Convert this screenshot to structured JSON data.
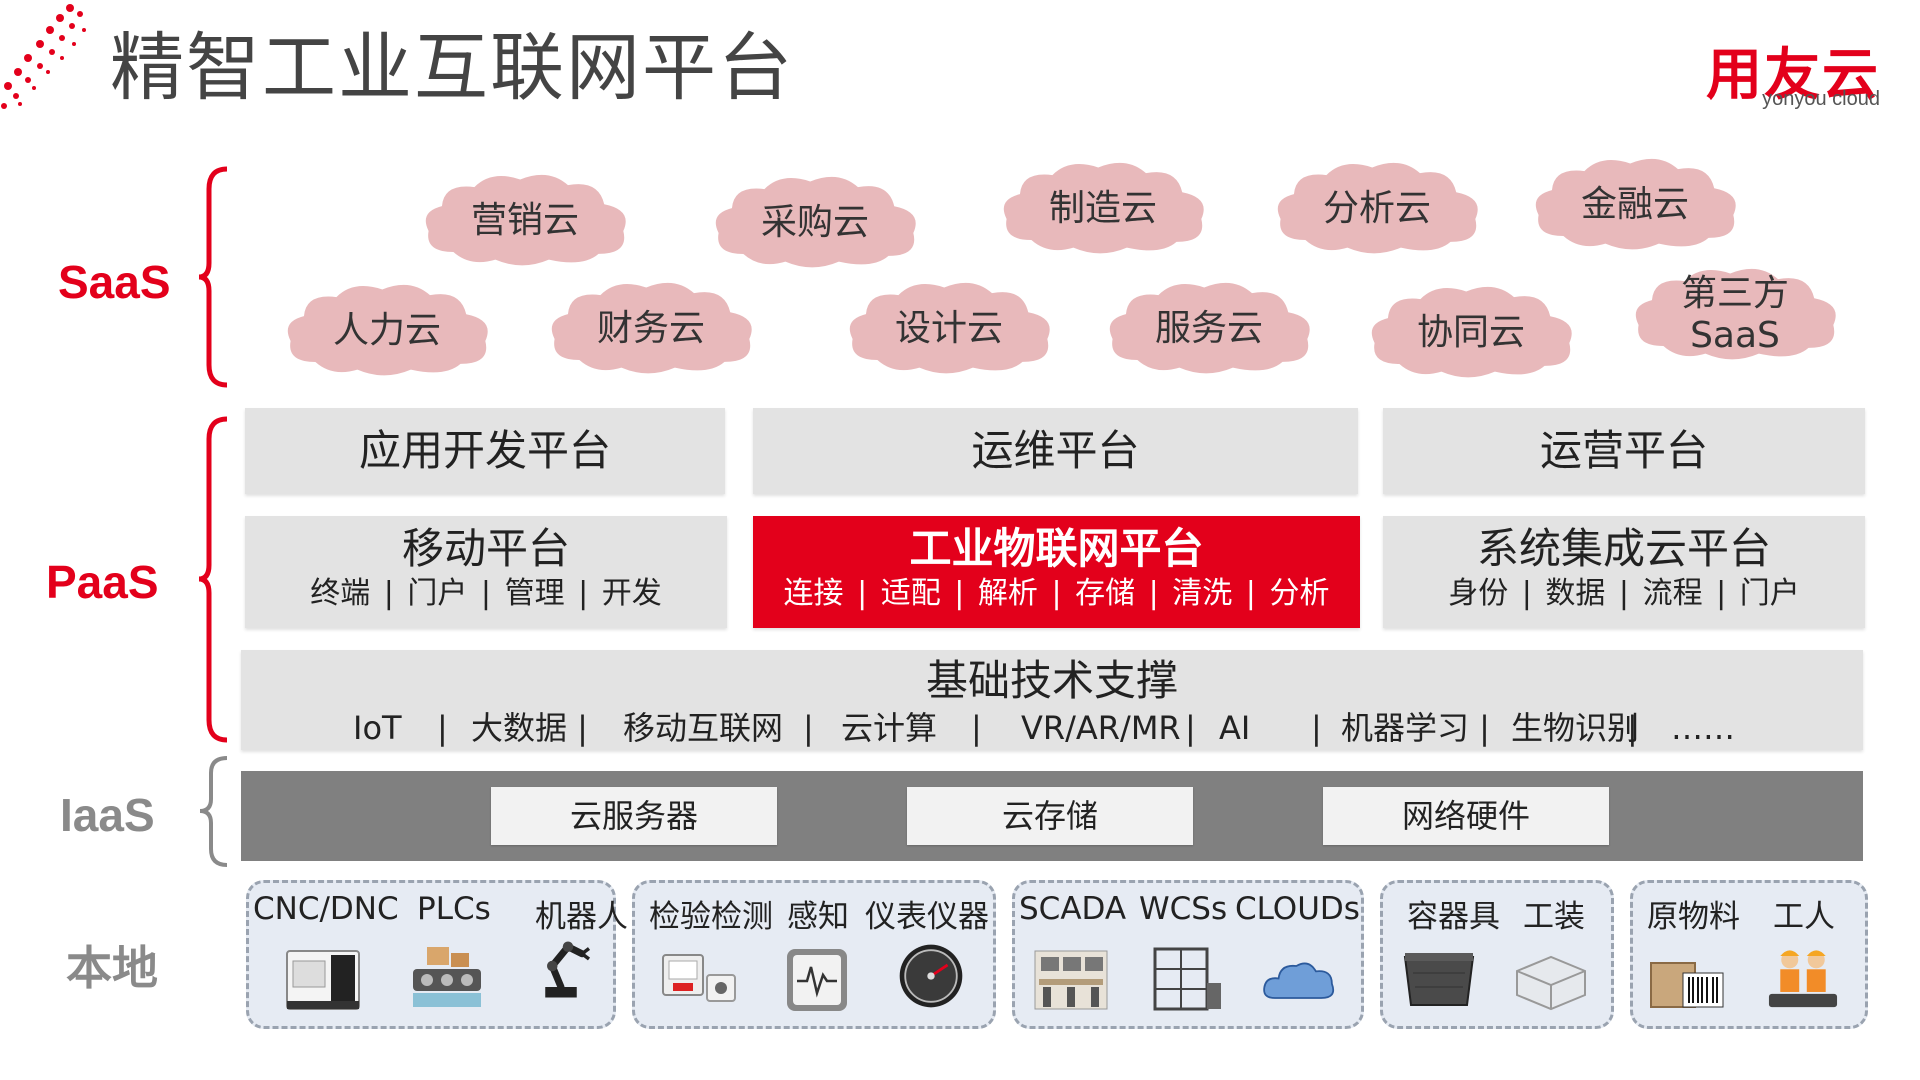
{
  "header": {
    "title": "精智工业互联网平台",
    "logo_main": "用友云",
    "logo_sub": "yonyou cloud"
  },
  "colors": {
    "brand_red": "#e3001b",
    "cloud_pink": "#e8b9bb",
    "box_grey": "#e3e3e3",
    "iaas_grey": "#808080",
    "local_bg": "#e6ebf3"
  },
  "layers": {
    "saas": "SaaS",
    "paas": "PaaS",
    "iaas": "IaaS",
    "local": "本地"
  },
  "saas_clouds": [
    "营销云",
    "采购云",
    "制造云",
    "分析云",
    "金融云",
    "人力云",
    "财务云",
    "设计云",
    "服务云",
    "协同云",
    "第三方\nSaaS"
  ],
  "paas": {
    "app_dev": "应用开发平台",
    "ops": "运维平台",
    "operation": "运营平台",
    "mobile": {
      "title": "移动平台",
      "sub": "终端 | 门户 | 管理 | 开发"
    },
    "iot": {
      "title": "工业物联网平台",
      "sub": "连接 | 适配 | 解析 | 存储 | 清洗 | 分析"
    },
    "integration": {
      "title": "系统集成云平台",
      "sub": "身份 | 数据 | 流程 | 门户"
    },
    "tech": {
      "title": "基础技术支撑",
      "items": [
        "IoT",
        "|",
        "大数据 |",
        "移动互联网",
        "|",
        "云计算",
        "|",
        "VR/AR/MR",
        "|",
        "AI",
        "|",
        "机器学习 |",
        "生物识别",
        "|",
        "……"
      ]
    }
  },
  "iaas": {
    "items": [
      "云服务器",
      "云存储",
      "网络硬件"
    ]
  },
  "local": {
    "groups": [
      {
        "labels": [
          "CNC/DNC",
          "PLCs",
          "机器人"
        ],
        "icons": [
          "cnc-machine-icon",
          "plc-icon",
          "robot-arm-icon"
        ]
      },
      {
        "labels": [
          "检验检测",
          "感知",
          "仪表仪器"
        ],
        "icons": [
          "inspection-device-icon",
          "sensor-icon",
          "gauge-icon"
        ]
      },
      {
        "labels": [
          "SCADA",
          "WCSs",
          "CLOUDs"
        ],
        "icons": [
          "scada-icon",
          "warehouse-rack-icon",
          "cloud-icon"
        ]
      },
      {
        "labels": [
          "容器具",
          "工装"
        ],
        "icons": [
          "container-icon",
          "fixture-icon"
        ]
      },
      {
        "labels": [
          "原物料",
          "工人"
        ],
        "icons": [
          "materials-icon",
          "workers-icon"
        ]
      }
    ]
  }
}
